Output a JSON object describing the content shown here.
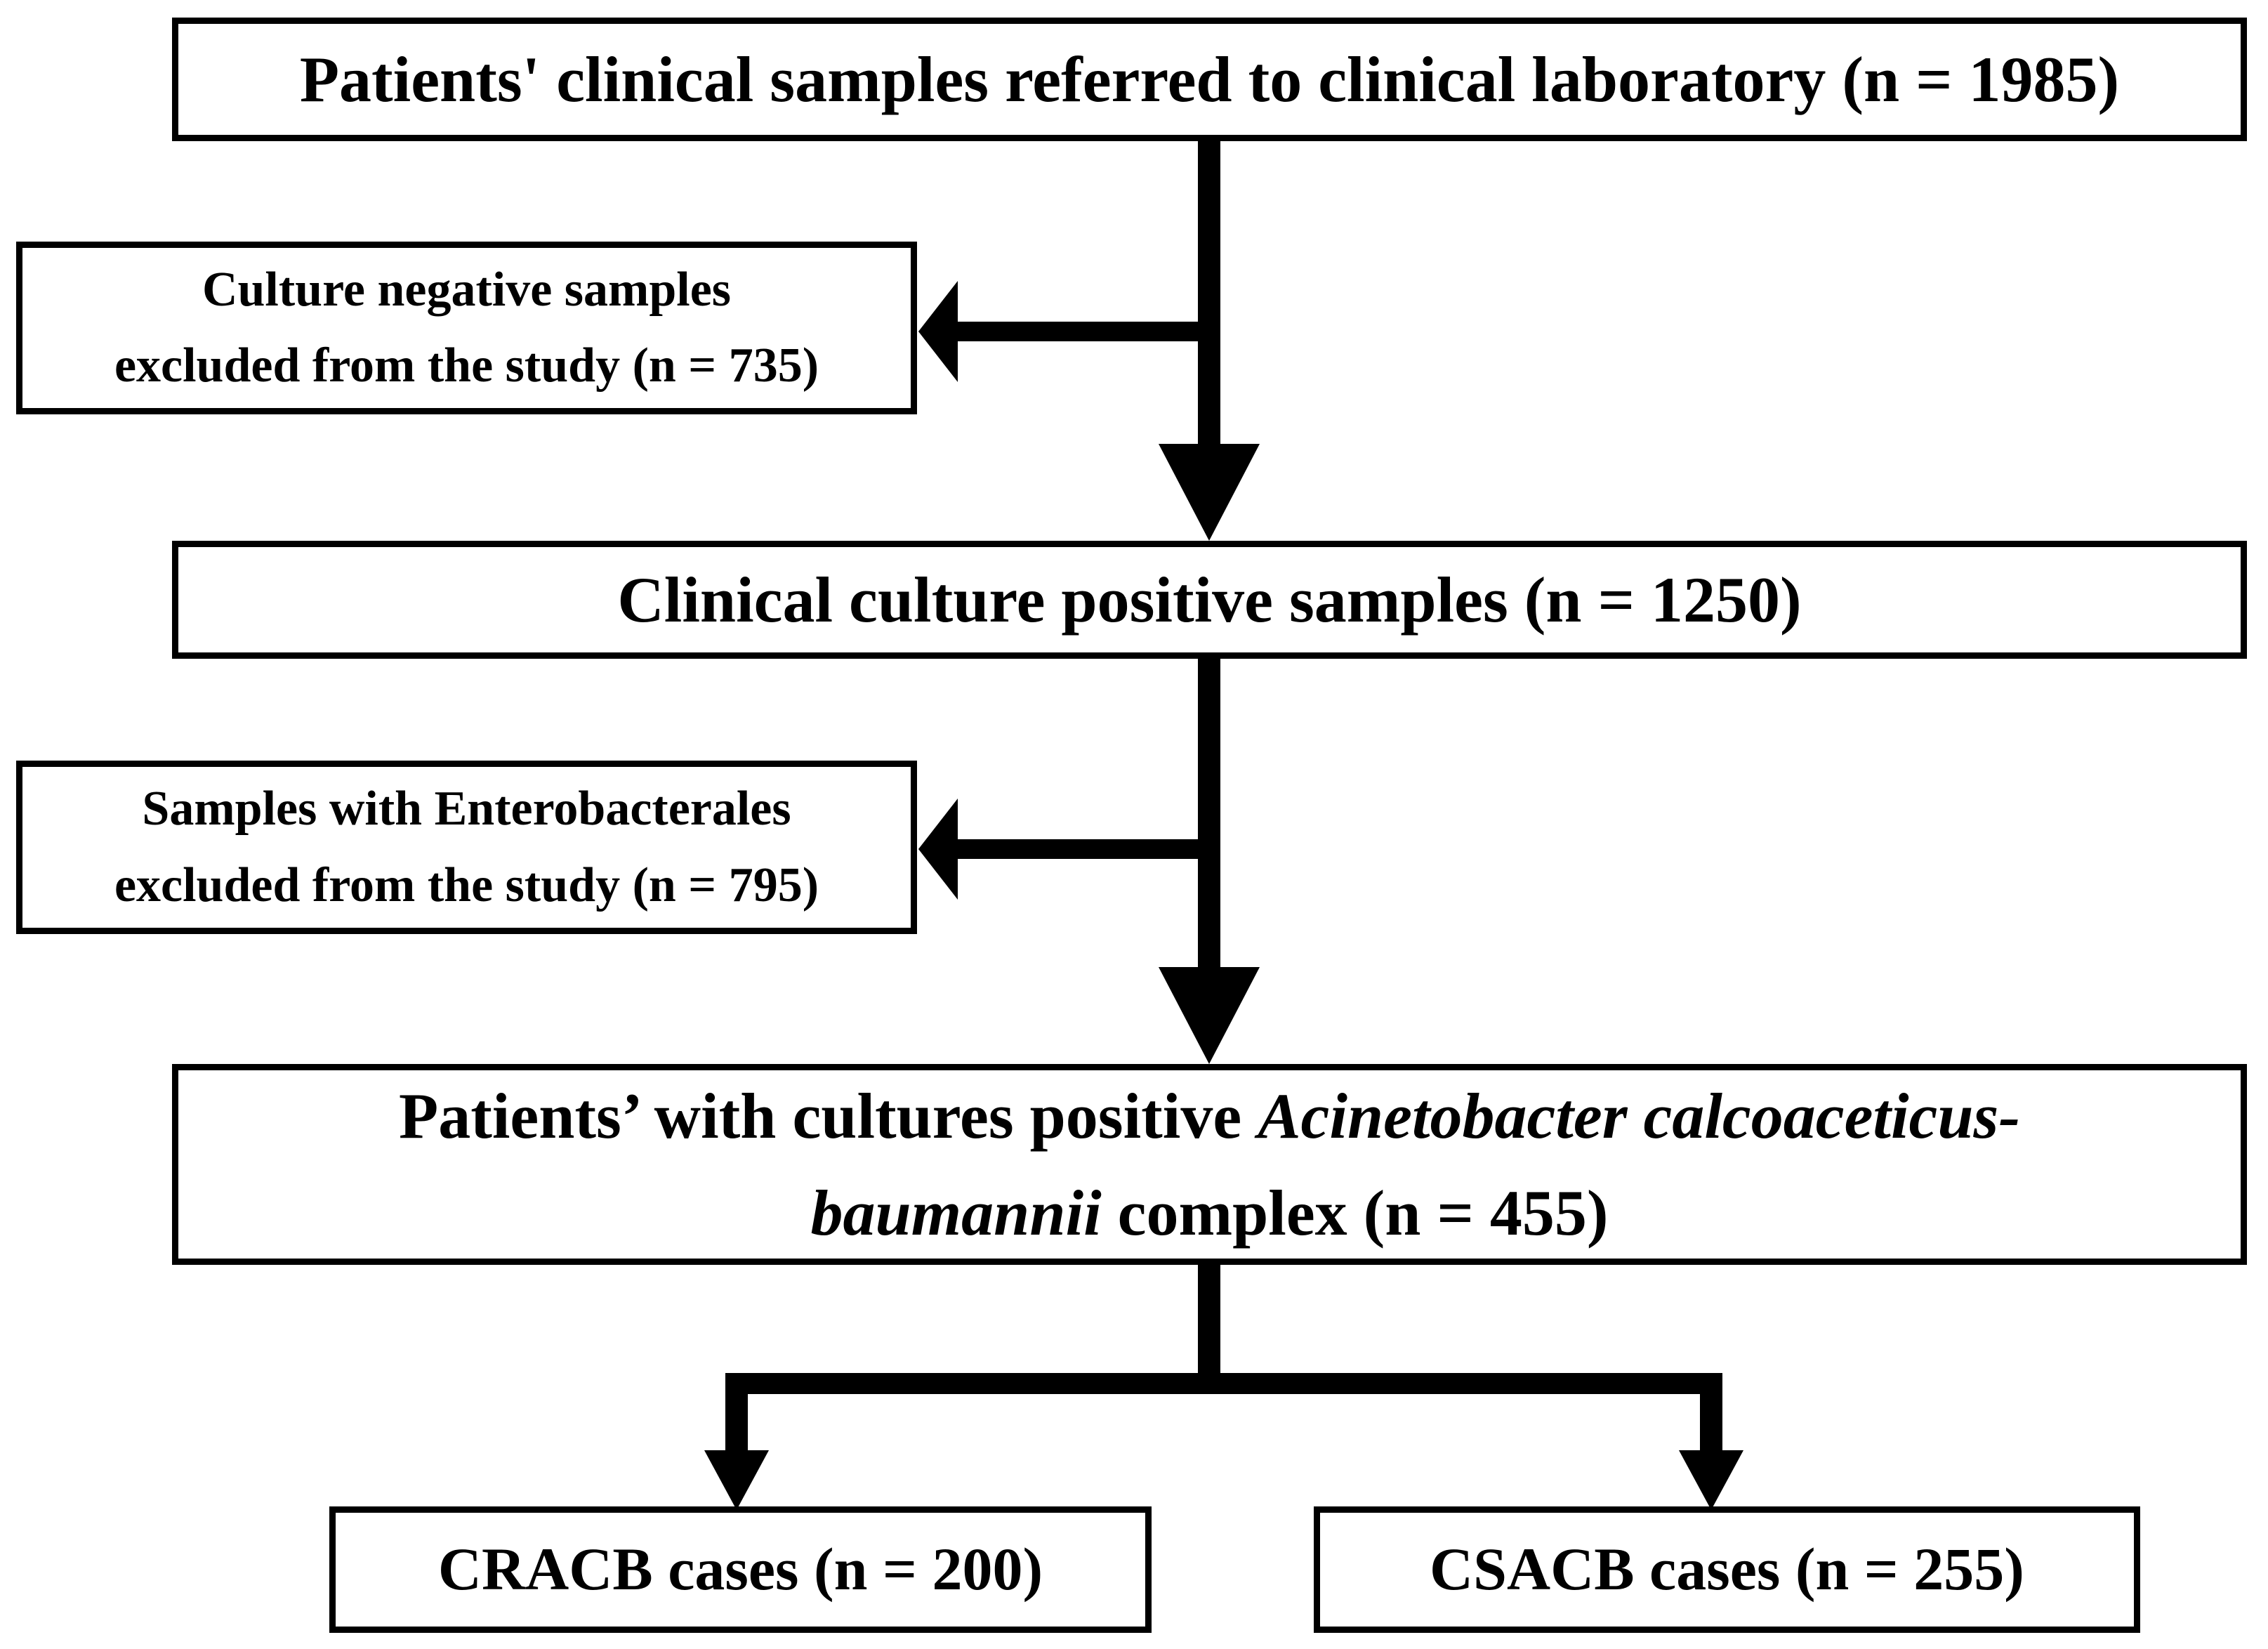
{
  "figure": {
    "type": "study-flowchart",
    "colors": {
      "line": "#000000",
      "box_border": "#000000",
      "box_fill": "#ffffff",
      "background": "#ffffff",
      "text": "#000000"
    }
  },
  "boxes": {
    "top": {
      "text": "Patients' clinical samples referred to clinical laboratory (n = 1985)",
      "n": 1985
    },
    "excluded1": {
      "line1": "Culture negative samples",
      "line2": "excluded from the study (n = 735)",
      "n": 735
    },
    "positive": {
      "text": "Clinical culture positive samples (n = 1250)",
      "n": 1250
    },
    "excluded2": {
      "line1": "Samples with Enterobacterales",
      "line2": "excluded from the study (n = 795)",
      "n": 795
    },
    "acb": {
      "line1_regular": "Patients’ with cultures positive ",
      "line1_italic": "Acinetobacter calcoaceticus-",
      "line2_italic": "baumannii",
      "line2_regular": " complex (n = 455)",
      "n": 455
    },
    "cracb": {
      "text": "CRACB cases (n = 200)",
      "n": 200
    },
    "csacb": {
      "text": "CSACB cases (n = 255)",
      "n": 255
    }
  }
}
